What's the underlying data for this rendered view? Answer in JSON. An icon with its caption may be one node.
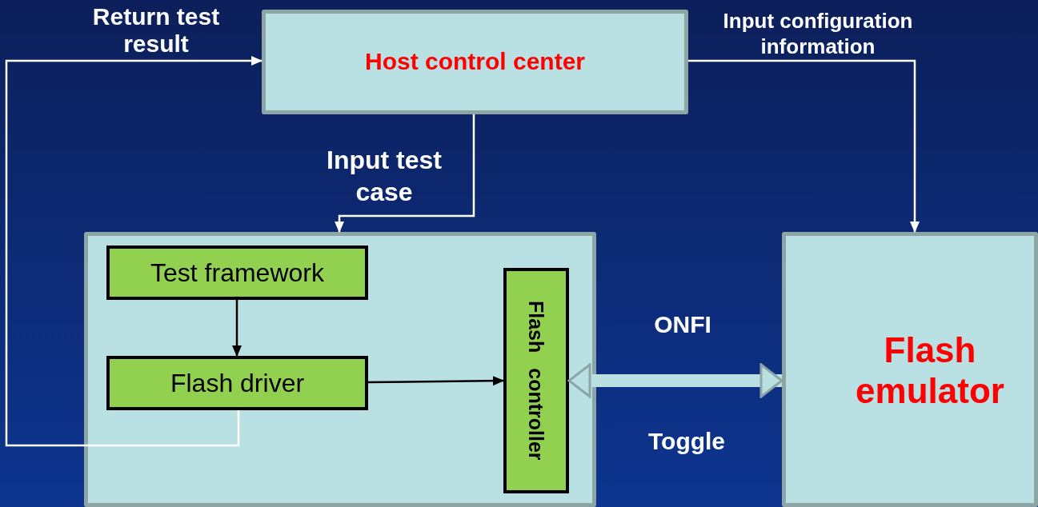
{
  "diagram": {
    "nodes": [
      {
        "text": [
          "Host control center"
        ]
      },
      {
        "text": [],
        "shape": "box"
      },
      {
        "text": [
          "Test framework"
        ],
        "in": 1
      },
      {
        "text": [
          "Flash driver"
        ],
        "in": 1
      },
      {
        "text": [
          "Flash controller"
        ],
        "in": 1
      },
      {
        "text": [
          "Flash emulator"
        ]
      }
    ],
    "edges": [
      {
        "from": 3,
        "to": 0,
        "arrow": "to",
        "label": "Return test result"
      },
      {
        "from": 0,
        "to": 1,
        "arrow": "to",
        "label": "Input test case"
      },
      {
        "from": 0,
        "to": 5,
        "arrow": "to",
        "label": "Input configuration information"
      },
      {
        "from": 2,
        "to": 3,
        "arrow": "to",
        "color": "#000000"
      },
      {
        "from": 3,
        "to": 4,
        "arrow": "to",
        "color": "#000000"
      },
      {
        "from": 4,
        "to": 5,
        "arrow": "both",
        "label": "ONFI",
        "style": "thick",
        "color": "#b9e0e3"
      }
    ],
    "labels": [
      "Toggle"
    ]
  }
}
